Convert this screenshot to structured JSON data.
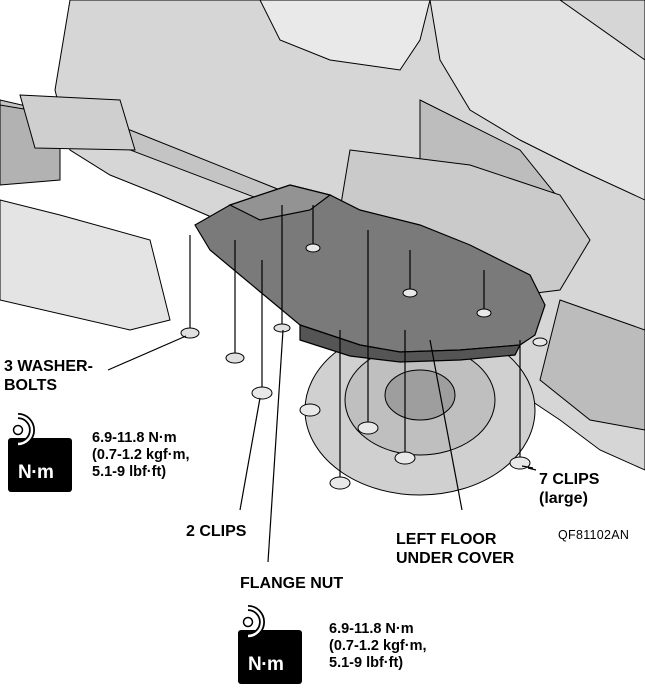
{
  "labels": {
    "washer_bolts": [
      "3 WASHER-",
      "BOLTS"
    ],
    "torque_1": [
      "6.9-11.8 N·m",
      "(0.7-1.2 kgf·m,",
      "5.1-9 lbf·ft)"
    ],
    "two_clips": "2 CLIPS",
    "flange_nut": "FLANGE NUT",
    "torque_2": [
      "6.9-11.8 N·m",
      "(0.7-1.2 kgf·m,",
      "5.1-9 lbf·ft)"
    ],
    "left_floor_under_cover": [
      "LEFT FLOOR",
      "UNDER COVER"
    ],
    "seven_clips": [
      "7 CLIPS",
      "(large)"
    ],
    "figure_code": "QF81102AN"
  },
  "icons": {
    "torque_icon_1": {
      "name": "torque-wrench-icon",
      "text": "N·m"
    },
    "torque_icon_2": {
      "name": "torque-wrench-icon",
      "text": "N·m"
    }
  },
  "colors": {
    "ink": "#000000",
    "fill_light": "#d9d9d9",
    "fill_mid": "#a6a6a6",
    "fill_dark": "#6b6b6b",
    "background": "#ffffff"
  }
}
